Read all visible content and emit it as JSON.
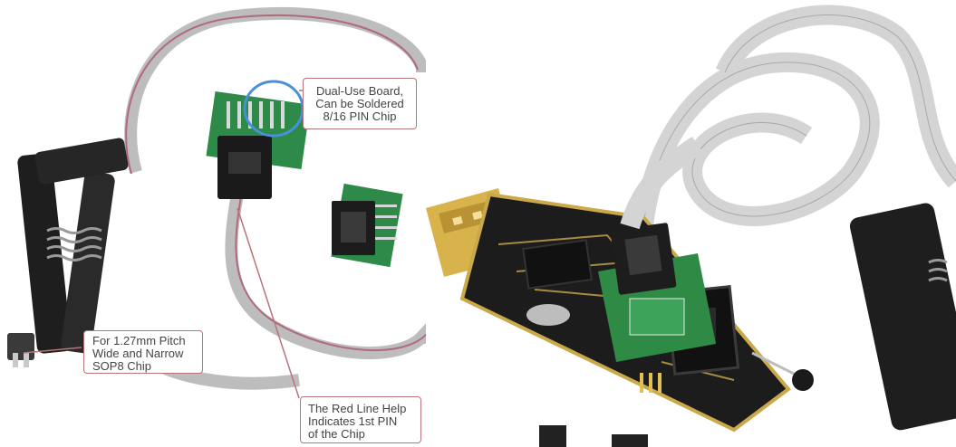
{
  "left_panel": {
    "callouts": [
      {
        "lines": [
          "Dual-Use Board,",
          "Can be Soldered",
          "8/16 PIN Chip"
        ]
      },
      {
        "lines": [
          "For 1.27mm Pitch",
          "Wide and Narrow",
          "SOP8 Chip"
        ]
      },
      {
        "lines": [
          "The Red Line Help",
          "Indicates 1st PIN",
          "of the Chip"
        ]
      }
    ],
    "highlight_color": "#4a8fd9",
    "callout_border_color": "#b9737a"
  },
  "right_panel": {
    "board_color": "#1c1c1c",
    "trace_color": "#c9a94a",
    "usb_plug_color": "#d8b24a",
    "adapter_color": "#2f8a45",
    "cable_color": "#d4d4d4"
  }
}
